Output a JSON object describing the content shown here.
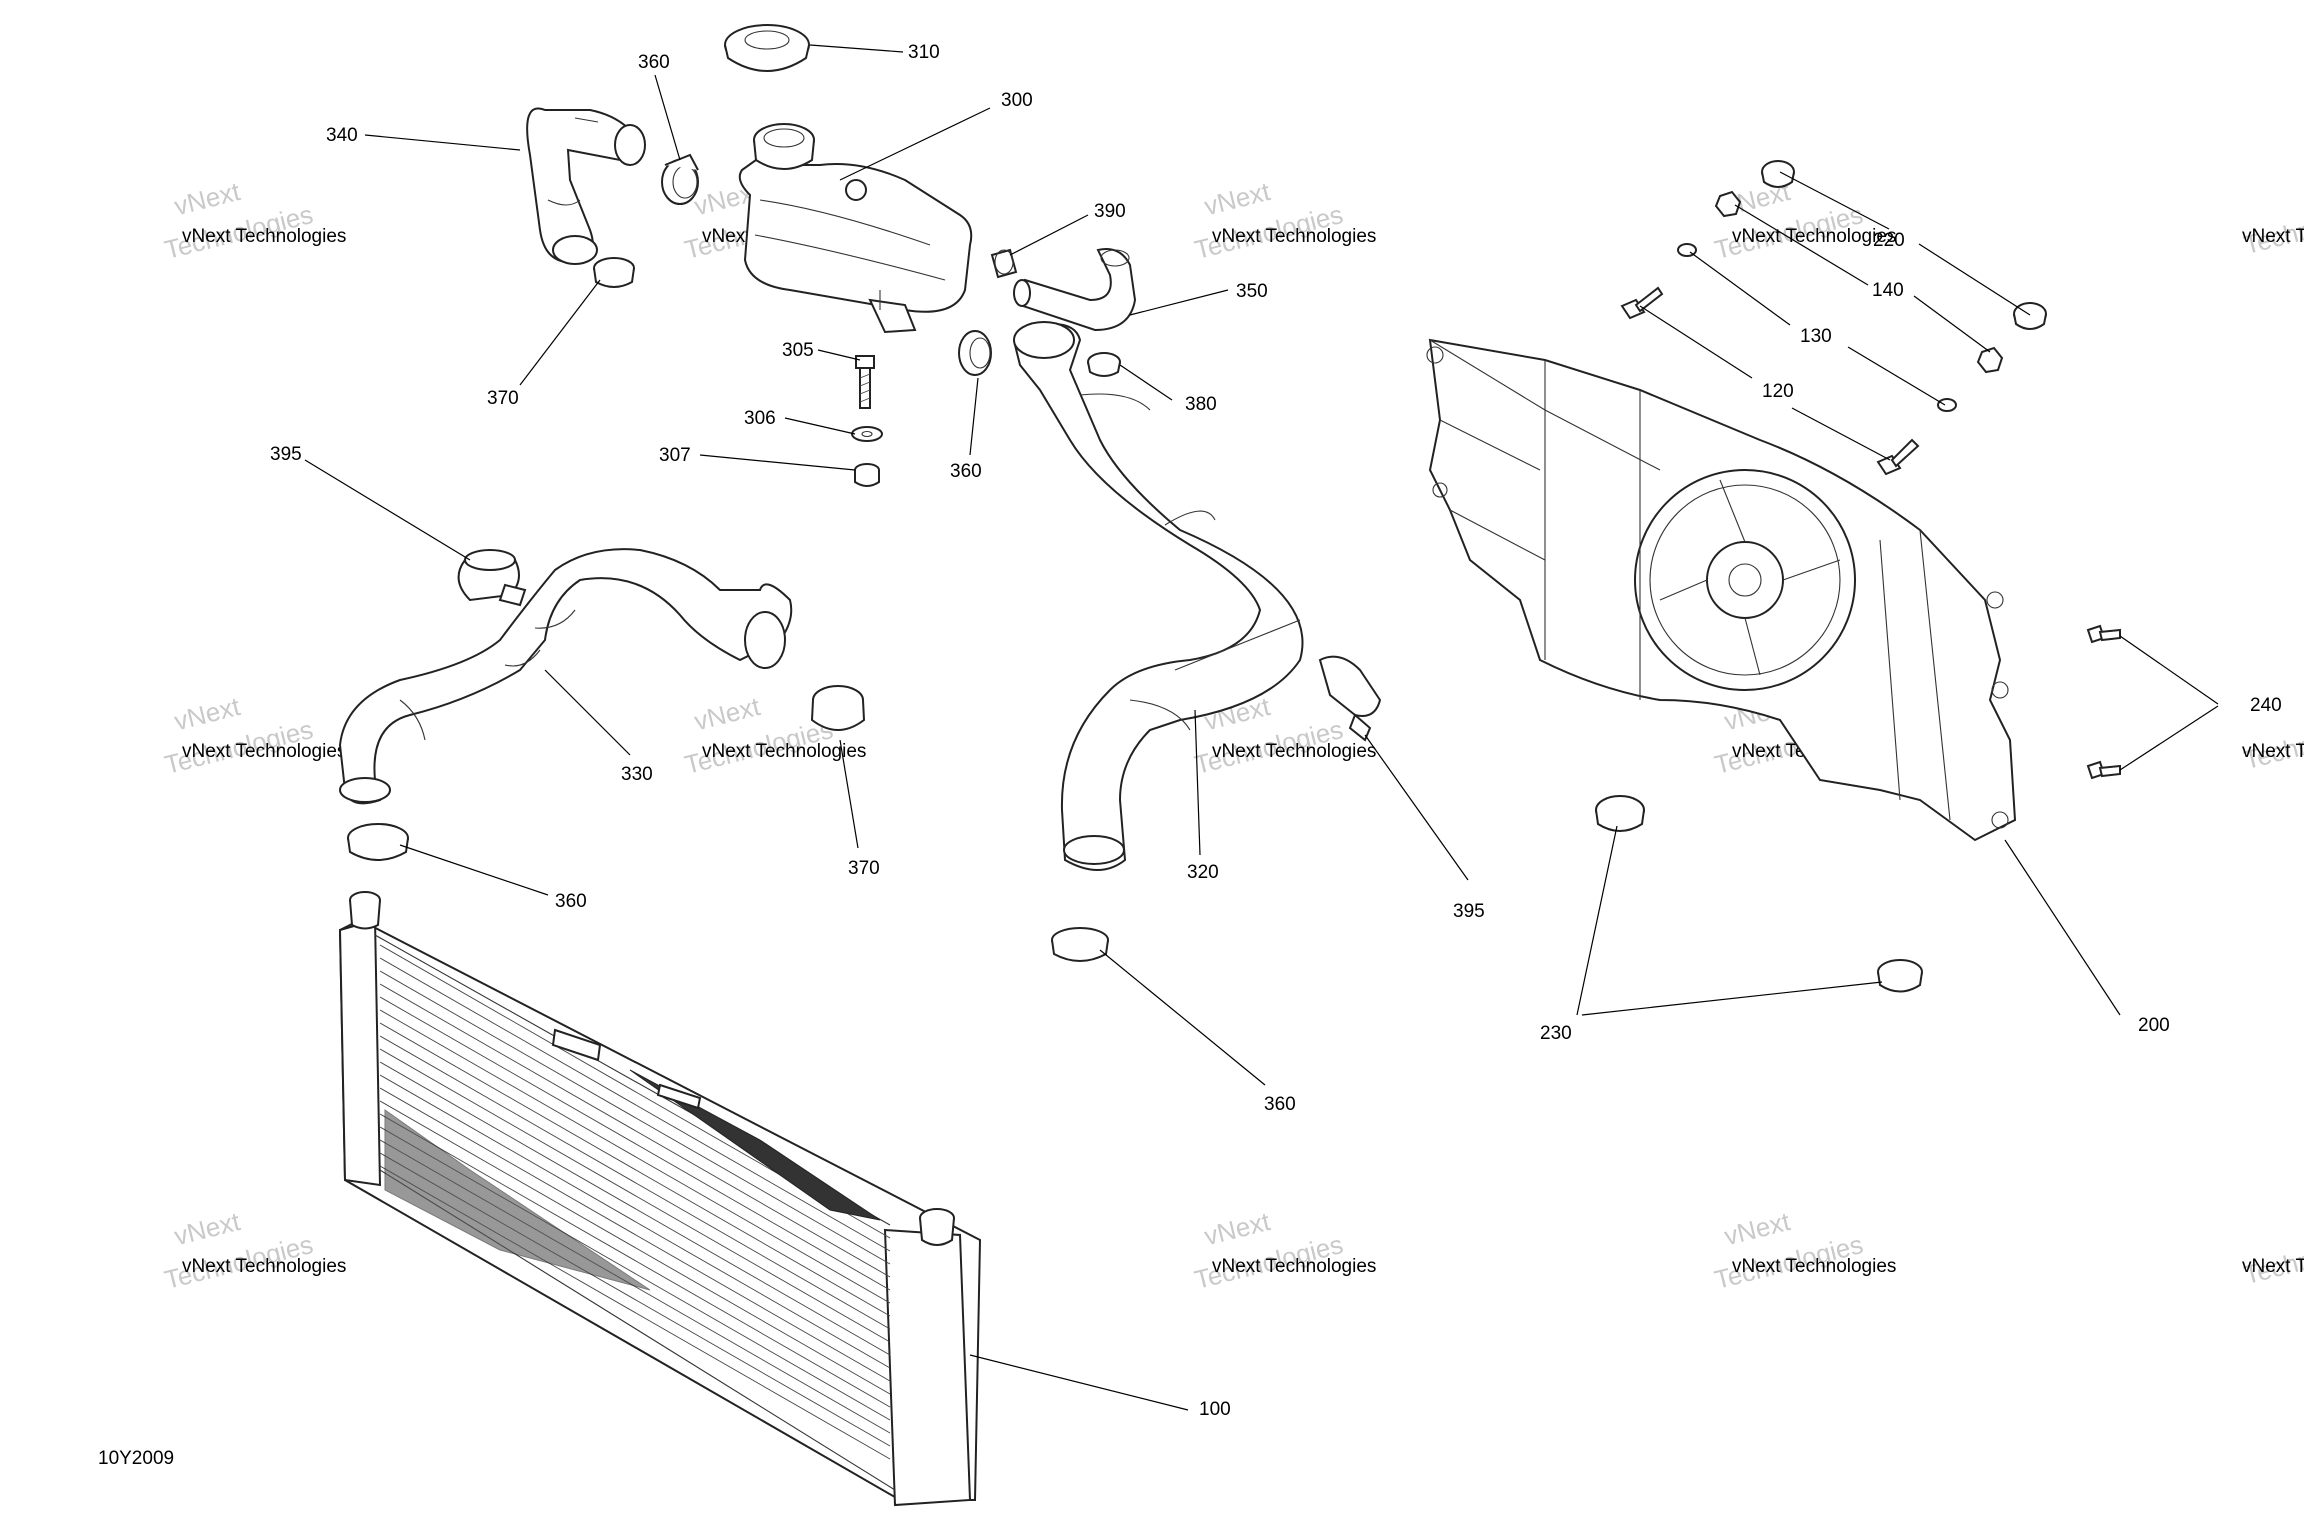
{
  "diagram_ref": "10Y2009",
  "watermark": {
    "line1": "vNext Technologies",
    "line2": "Technologies",
    "big": "vNext"
  },
  "callouts": {
    "c100": "100",
    "c120": "120",
    "c130": "130",
    "c140": "140",
    "c200": "200",
    "c220": "220",
    "c230": "230",
    "c240": "240",
    "c300": "300",
    "c305": "305",
    "c306": "306",
    "c307": "307",
    "c310": "310",
    "c320": "320",
    "c330": "330",
    "c340": "340",
    "c350": "350",
    "c360a": "360",
    "c360b": "360",
    "c360c": "360",
    "c360d": "360",
    "c370a": "370",
    "c370b": "370",
    "c380": "380",
    "c390": "390",
    "c395a": "395",
    "c395b": "395"
  }
}
